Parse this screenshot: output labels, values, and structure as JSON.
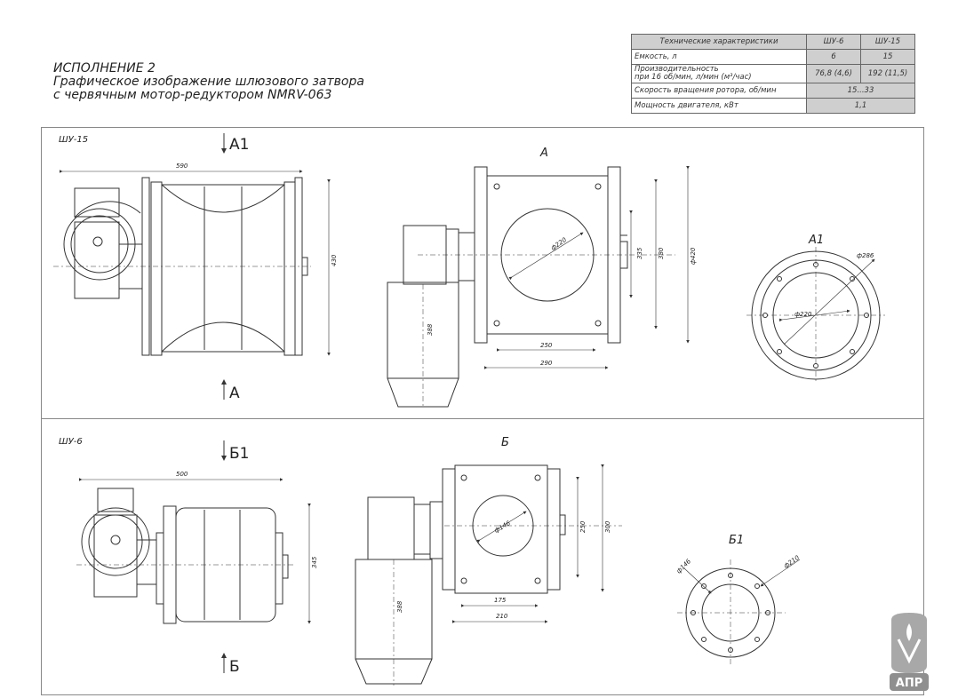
{
  "title": {
    "line1": "ИСПОЛНЕНИЕ 2",
    "line2": "Графическое изображение шлюзового затвора",
    "line3": "с червячным мотор-редуктором NMRV-063"
  },
  "specs": {
    "header": [
      "Технические характеристики",
      "ШУ-6",
      "ШУ-15"
    ],
    "rows": [
      {
        "label": "Емкость, л",
        "v6": "6",
        "v15": "15"
      },
      {
        "label1": "Производительность",
        "label2": "при 16 об/мин, л/мин (м³/час)",
        "v6": "76,8 (4,6)",
        "v15": "192 (11,5)"
      },
      {
        "label": "Скорость вращения ротора, об/мин",
        "merged": "15...33"
      },
      {
        "label": "Мощность двигателя, кВт",
        "merged": "1,1"
      }
    ]
  },
  "top_panel": {
    "model": "ШУ-15",
    "view_a1": "А1",
    "view_a": "А",
    "view_a_title": "А",
    "view_a1_title": "А1",
    "dims": {
      "width": "590",
      "height": "430",
      "d220": "ф220",
      "d335": "335",
      "d380": "380",
      "d420": "ф420",
      "d388": "388",
      "d250": "250",
      "d290": "290",
      "d286": "ф286",
      "d220b": "ф220"
    }
  },
  "bottom_panel": {
    "model": "ШУ-6",
    "view_b1": "Б1",
    "view_b": "Б",
    "view_b_title": "Б",
    "view_b1_title": "Б1",
    "dims": {
      "width": "500",
      "height": "345",
      "d146": "ф146",
      "d250": "250",
      "d300": "300",
      "d388": "388",
      "d175": "175",
      "d210": "210",
      "d146b": "ф146",
      "d210b": "ф210"
    }
  },
  "logo": {
    "text": "АПР",
    "color": "#9a9a9a"
  }
}
